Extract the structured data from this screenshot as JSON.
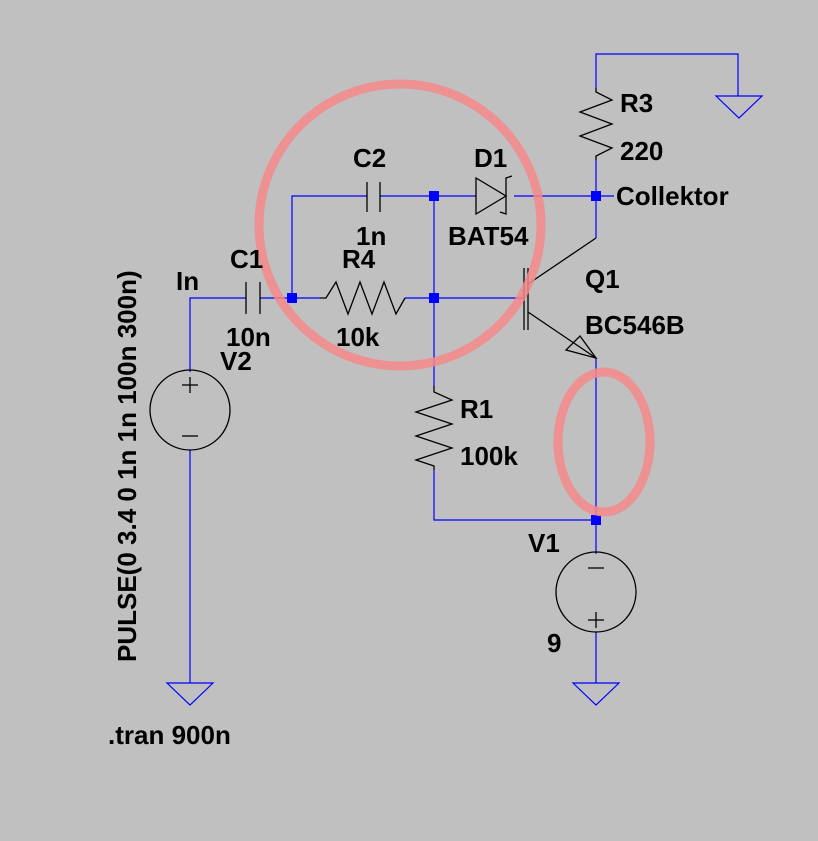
{
  "colors": {
    "background": "#c0c0c0",
    "wire": "#0000ff",
    "component": "#000000",
    "highlight": "#f4888a"
  },
  "labels": {
    "r3_name": "R3",
    "r3_value": "220",
    "collector_net": "Collektor",
    "c2_name": "C2",
    "c2_value": "1n",
    "d1_name": "D1",
    "d1_model": "BAT54",
    "c1_name": "C1",
    "c1_value": "10n",
    "in_net": "In",
    "r4_name": "R4",
    "r4_value": "10k",
    "v2_name": "V2",
    "q1_name": "Q1",
    "q1_model": "BC546B",
    "r1_name": "R1",
    "r1_value": "100k",
    "v1_name": "V1",
    "v1_value": "9",
    "pulse_spec": "PULSE(0 3.4 0 1n 1n 100n 300n)",
    "tran_directive": ".tran 900n"
  }
}
